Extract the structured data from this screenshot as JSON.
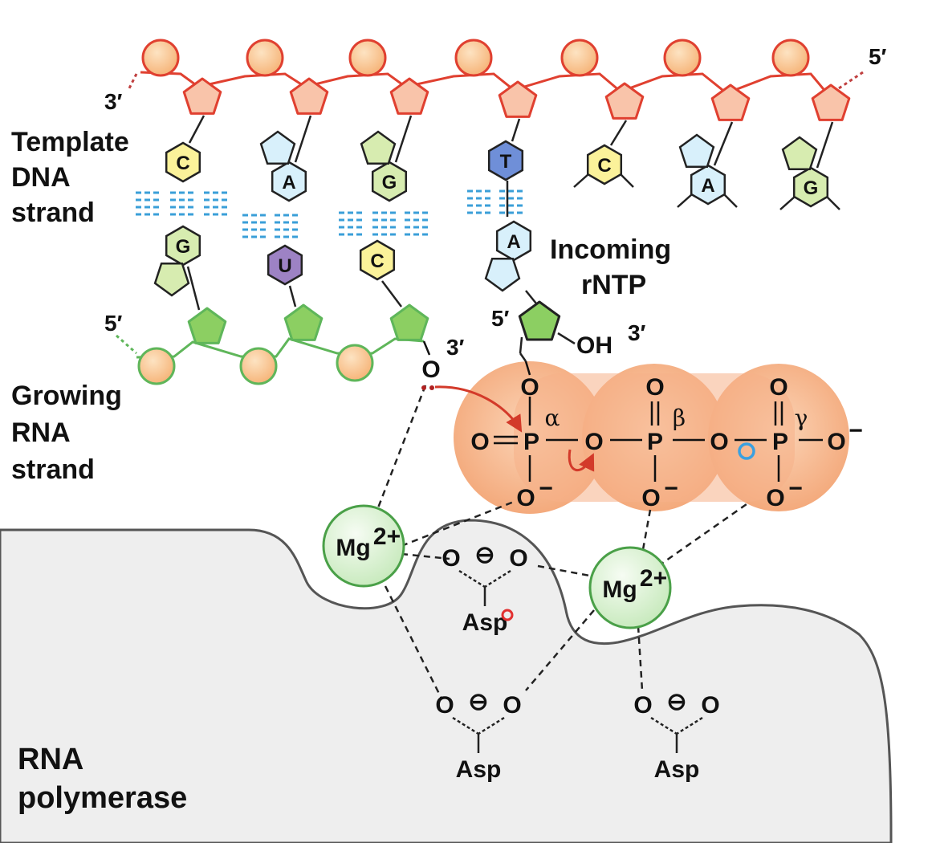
{
  "labels": {
    "template_line1": "Template",
    "template_line2": "DNA",
    "template_line3": "strand",
    "growing_line1": "Growing",
    "growing_line2": "RNA",
    "growing_line3": "strand",
    "incoming_line1": "Incoming",
    "incoming_line2": "rNTP",
    "polymerase_line1": "RNA",
    "polymerase_line2": "polymerase"
  },
  "ends": {
    "dna_left": "3′",
    "dna_right": "5′",
    "rna_left": "5′",
    "rna_3prime": "3′",
    "ntp_5prime": "5′",
    "ntp_3prime": "3′"
  },
  "template_bases": [
    "C",
    "A",
    "G",
    "T",
    "C",
    "A",
    "G"
  ],
  "rna_bases": [
    "G",
    "U",
    "C"
  ],
  "incoming_base": "A",
  "atoms": {
    "oxygen": "O",
    "phosphorus": "P",
    "oh": "OH",
    "o_minus": "O",
    "minus": "−",
    "carboxylate_minus": "⊖",
    "mg": "Mg",
    "mg_charge": "2+",
    "asp": "Asp"
  },
  "phosphates": [
    "α",
    "β",
    "γ"
  ],
  "colors": {
    "C": "#fbf29a",
    "A": "#d8f0fb",
    "G": "#d7ecb0",
    "T": "#6f8fd8",
    "U": "#9d82c4",
    "dna_backbone": "#e04030",
    "dna_sugar": "#f9c4aa",
    "phosphate_ball": "#fbc690",
    "rna_backbone": "#5fb65a",
    "rna_sugar": "#8ccf62",
    "mg_fill": "#dff3d8",
    "triphosphate_blob": "#f7b994",
    "enzyme_fill": "#ededed",
    "hbond": "#3a9fd8",
    "arrow": "#d33a2a"
  }
}
